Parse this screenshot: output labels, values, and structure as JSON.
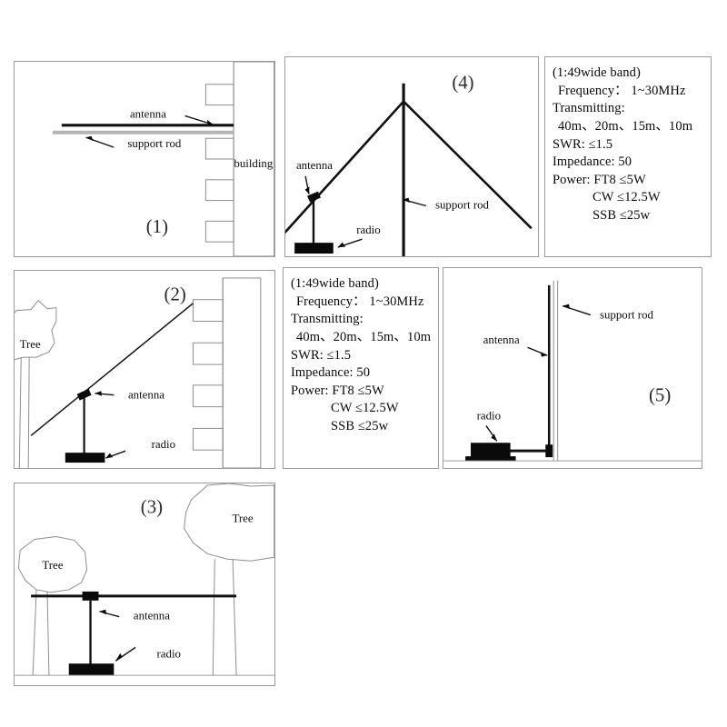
{
  "figure": {
    "type": "antenna-installation-diagram-set",
    "panel_count": 5,
    "spec_panel_count": 2
  },
  "spec": {
    "title": "(1:49wide band)",
    "frequency": "Frequency：  1~30MHz",
    "transmitting_label": "Transmitting:",
    "bands": "40m、20m、15m、10m",
    "swr": "SWR: ≤1.5",
    "impedance": "Impedance: 50",
    "power_ft8": "Power: FT8 ≤5W",
    "power_cw": "CW ≤12.5W",
    "power_ssb": "SSB ≤25w"
  },
  "panels": [
    {
      "id": 1,
      "number": "(1)",
      "description": "Horizontal antenna on support rod mounted to a building wall",
      "labels": {
        "antenna": "antenna",
        "support_rod": "support rod",
        "building": "building"
      }
    },
    {
      "id": 2,
      "number": "(2)",
      "description": "Sloping antenna from tree to building with radio on ground",
      "labels": {
        "antenna": "antenna",
        "radio": "radio",
        "tree": "Tree"
      }
    },
    {
      "id": 3,
      "number": "(3)",
      "description": "Horizontal antenna strung between two trees, radio below center",
      "labels": {
        "antenna": "antenna",
        "radio": "radio",
        "tree_left": "Tree",
        "tree_right": "Tree"
      }
    },
    {
      "id": 4,
      "number": "(4)",
      "description": "Inverted-V antenna on a central support rod with radio at base",
      "labels": {
        "antenna": "antenna",
        "support_rod": "support rod",
        "radio": "radio"
      }
    },
    {
      "id": 5,
      "number": "(5)",
      "description": "Vertical antenna along a support rod fed from a ground-level radio",
      "labels": {
        "antenna": "antenna",
        "support_rod": "support rod",
        "radio": "radio"
      }
    }
  ],
  "colors": {
    "wire": "#111111",
    "outline": "#9a9a9a",
    "support_rod_gray": "#b4b4b4",
    "background": "#ffffff"
  }
}
